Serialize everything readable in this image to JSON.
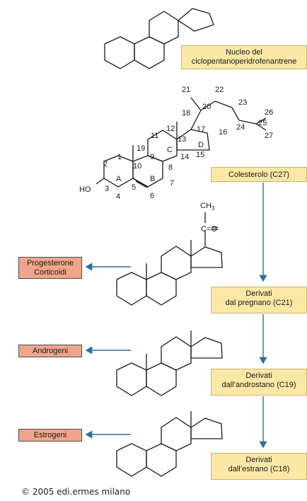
{
  "nucleus_box": {
    "line1": "Nucleo del",
    "line2": "ciclopentanoperidrofenantrene"
  },
  "cholesterol": {
    "label": "Colesterolo (C27)",
    "atom_numbers": [
      "1",
      "2",
      "3",
      "4",
      "5",
      "6",
      "7",
      "8",
      "9",
      "10",
      "11",
      "12",
      "13",
      "14",
      "15",
      "16",
      "17",
      "18",
      "19",
      "20",
      "21",
      "22",
      "23",
      "24",
      "25",
      "26",
      "27"
    ],
    "ring_letters": [
      "A",
      "B",
      "C",
      "D"
    ],
    "hydroxyl": "HO"
  },
  "pregnane": {
    "line1": "Derivati",
    "line2": "dal pregnano (C21)",
    "substituent_ch": "CH",
    "substituent_sub": "3",
    "substituent_co": "C=O"
  },
  "androstane": {
    "line1": "Derivati",
    "line2": "dall’androstano (C19)"
  },
  "estrane": {
    "line1": "Derivati",
    "line2": "dall’estrano (C18)"
  },
  "hormones": {
    "progesterone_line1": "Progesterone",
    "progesterone_line2": "Corticoidi",
    "androgens": "Androgeni",
    "estrogens": "Estrogeni"
  },
  "colors": {
    "box_fill": "#fbe7a6",
    "hormone_fill": "#f0a58a",
    "arrow": "#2e6d9e",
    "line": "#1a1a1a"
  },
  "copyright": "© 2005 edi.ermes milano"
}
